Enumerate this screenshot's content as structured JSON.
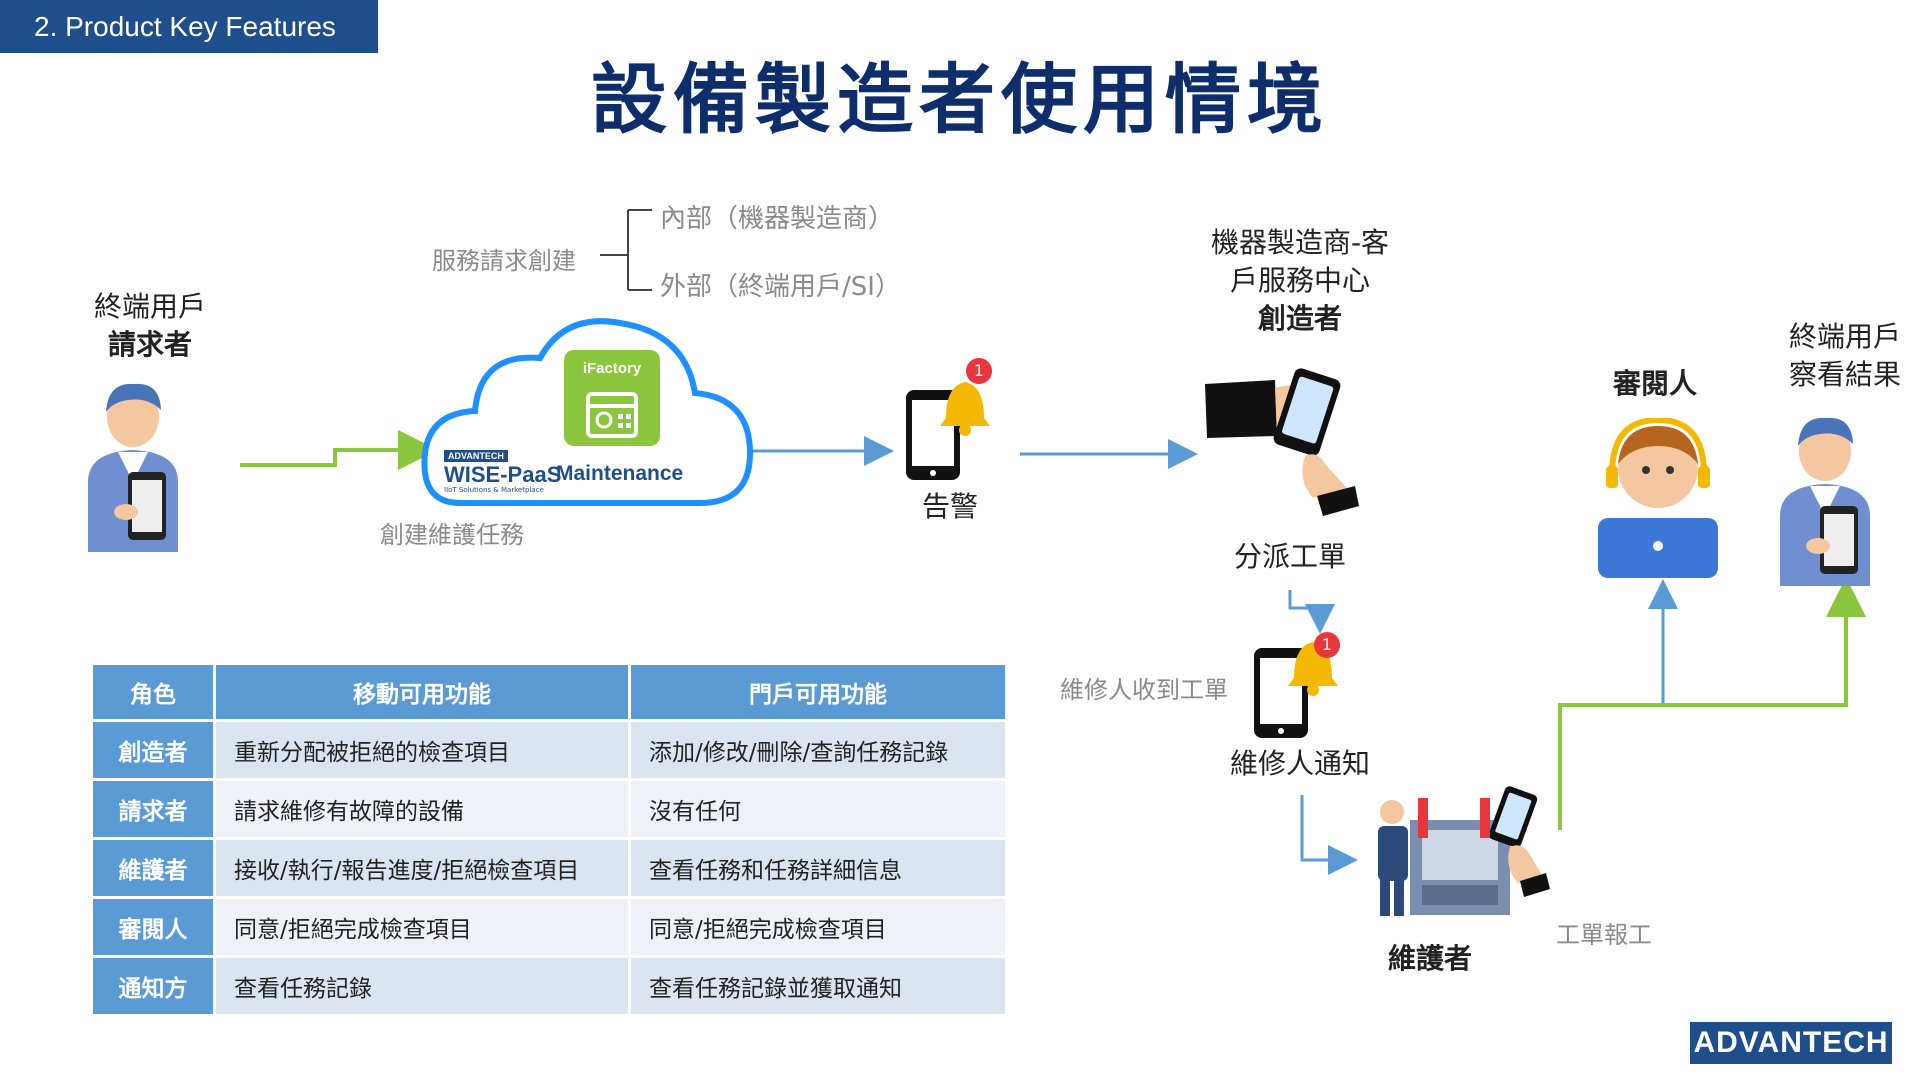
{
  "section_tag": "2. Product Key Features",
  "title": "設備製造者使用情境",
  "requester": {
    "line1": "終端用戶",
    "line2": "請求者"
  },
  "service_request": {
    "label": "服務請求創建",
    "internal": "內部（機器製造商）",
    "external": "外部（終端用戶/SI）"
  },
  "cloud": {
    "ifactory": "iFactory",
    "brand_small": "ADVANTECH",
    "wise_paas": "WISE-PaaS",
    "maintenance": "Maintenance",
    "tagline": "IIoT Solutions & Marketplace"
  },
  "create_task": "創建維護任務",
  "alert": {
    "label": "告警",
    "badge": "1"
  },
  "creator": {
    "line1": "機器製造商-客",
    "line2": "戶服務中心",
    "line3": "創造者"
  },
  "dispatch": "分派工單",
  "reviewer": "審閱人",
  "end_user_result": {
    "line1": "終端用戶",
    "line2": "察看結果"
  },
  "repair_received": "維修人收到工單",
  "repair_notify": {
    "label": "維修人通知",
    "badge": "1"
  },
  "maintainer": "維護者",
  "work_report": "工單報工",
  "table": {
    "headers": [
      "角色",
      "移動可用功能",
      "門戶可用功能"
    ],
    "rows": [
      {
        "role": "創造者",
        "mobile": "重新分配被拒絕的檢查項目",
        "portal": "添加/修改/刪除/查詢任務記錄"
      },
      {
        "role": "請求者",
        "mobile": "請求維修有故障的設備",
        "portal": "沒有任何"
      },
      {
        "role": "維護者",
        "mobile": "接收/執行/報告進度/拒絕檢查項目",
        "portal": "查看任務和任務詳細信息"
      },
      {
        "role": "審閱人",
        "mobile": "同意/拒絕完成檢查項目",
        "portal": "同意/拒絕完成檢查項目"
      },
      {
        "role": "通知方",
        "mobile": "查看任務記錄",
        "portal": "查看任務記錄並獲取通知"
      }
    ]
  },
  "logo": "ADVANTECH",
  "colors": {
    "navy": "#0d2d6b",
    "table_blue": "#5b9bd5",
    "green_arrow": "#8cc63f",
    "blue_arrow": "#5b9bd5"
  }
}
